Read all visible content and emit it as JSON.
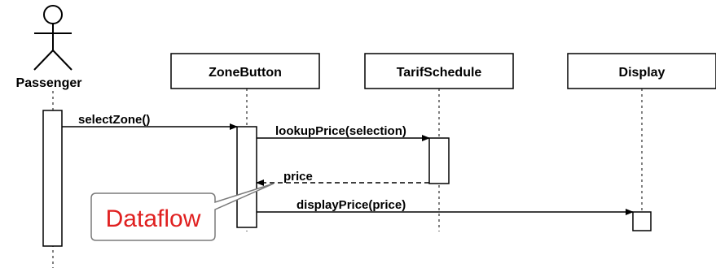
{
  "actor": {
    "label": "Passenger"
  },
  "participants": [
    {
      "label": "ZoneButton"
    },
    {
      "label": "TarifSchedule"
    },
    {
      "label": "Display"
    }
  ],
  "messages": [
    {
      "label": "selectZone()",
      "kind": "call"
    },
    {
      "label": "lookupPrice(selection)",
      "kind": "call"
    },
    {
      "label": "price",
      "kind": "return"
    },
    {
      "label": "displayPrice(price)",
      "kind": "call"
    }
  ],
  "callout": {
    "text": "Dataflow",
    "color": "#e02020"
  }
}
